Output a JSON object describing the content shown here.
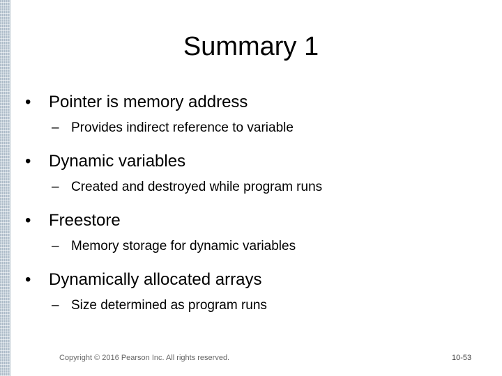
{
  "slide": {
    "title": "Summary 1",
    "bullet_symbol": "•",
    "sub_bullet_symbol": "–",
    "items": [
      {
        "text": "Pointer is memory address",
        "sub": "Provides indirect reference to variable"
      },
      {
        "text": "Dynamic variables",
        "sub": "Created and destroyed while program runs"
      },
      {
        "text": "Freestore",
        "sub": "Memory storage for dynamic variables"
      },
      {
        "text": "Dynamically allocated arrays",
        "sub": "Size determined as program runs"
      }
    ]
  },
  "footer": {
    "copyright": "Copyright © 2016 Pearson Inc. All rights reserved.",
    "page_number": "10-53"
  }
}
